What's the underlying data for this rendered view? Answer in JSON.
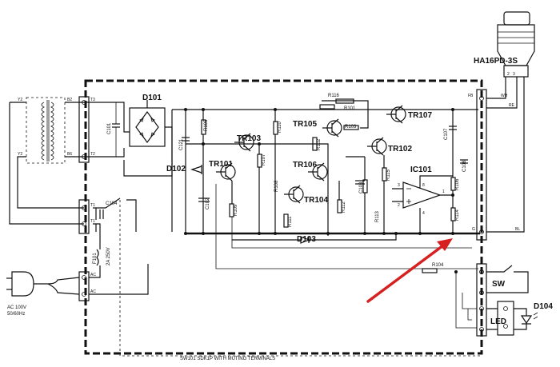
{
  "components": {
    "d101": "D101",
    "d102": "D102",
    "d103": "D103",
    "d104": "D104",
    "tr101": "TR101",
    "tr102": "TR102",
    "tr103": "TR103",
    "tr104": "TR104",
    "tr105": "TR105",
    "tr106": "TR106",
    "tr107": "TR107",
    "ic101": "IC101",
    "headphone": "HA16PD-3S"
  },
  "resistors": {
    "r101": "R101",
    "r102": "R102",
    "r103": "R103",
    "r104": "R104",
    "r105": "R105",
    "r106": "R106",
    "r107": "R107",
    "r108": "R108",
    "r109": "R109",
    "r110": "R110",
    "r111": "R111",
    "r112": "R112",
    "r113": "R113",
    "r114": "R114",
    "r115": "R115",
    "r116": "R116"
  },
  "capacitors": {
    "c101": "C101",
    "c102": "C102",
    "c103": "C103",
    "c104": "C104",
    "c107": "C107",
    "c108": "C108",
    "c121": "C121"
  },
  "terminals": {
    "t3": "T3",
    "t2": "T2",
    "t1a": "T1",
    "t1b": "T1",
    "ac_a": "AC",
    "ac_b": "AC",
    "b2": "B2",
    "b6": "B6",
    "y2a": "Y2",
    "y2b": "Y2",
    "fb": "FB",
    "wh": "WH",
    "re": "RE",
    "g": "G",
    "bl": "BL",
    "pin2": "2",
    "pin3": "3",
    "op_p3": "3",
    "op_p2": "2",
    "op_p8": "8",
    "op_p1": "1",
    "op_p4": "4"
  },
  "fuse": {
    "name": "F101",
    "rating": "2A 250V"
  },
  "power": {
    "line1": "AC 100V",
    "line2": "50/60Hz"
  },
  "switches": {
    "sw": "SW",
    "led": "LED"
  },
  "footer": "SW101 SDK1P  WITH  MUTING TERMINALS"
}
